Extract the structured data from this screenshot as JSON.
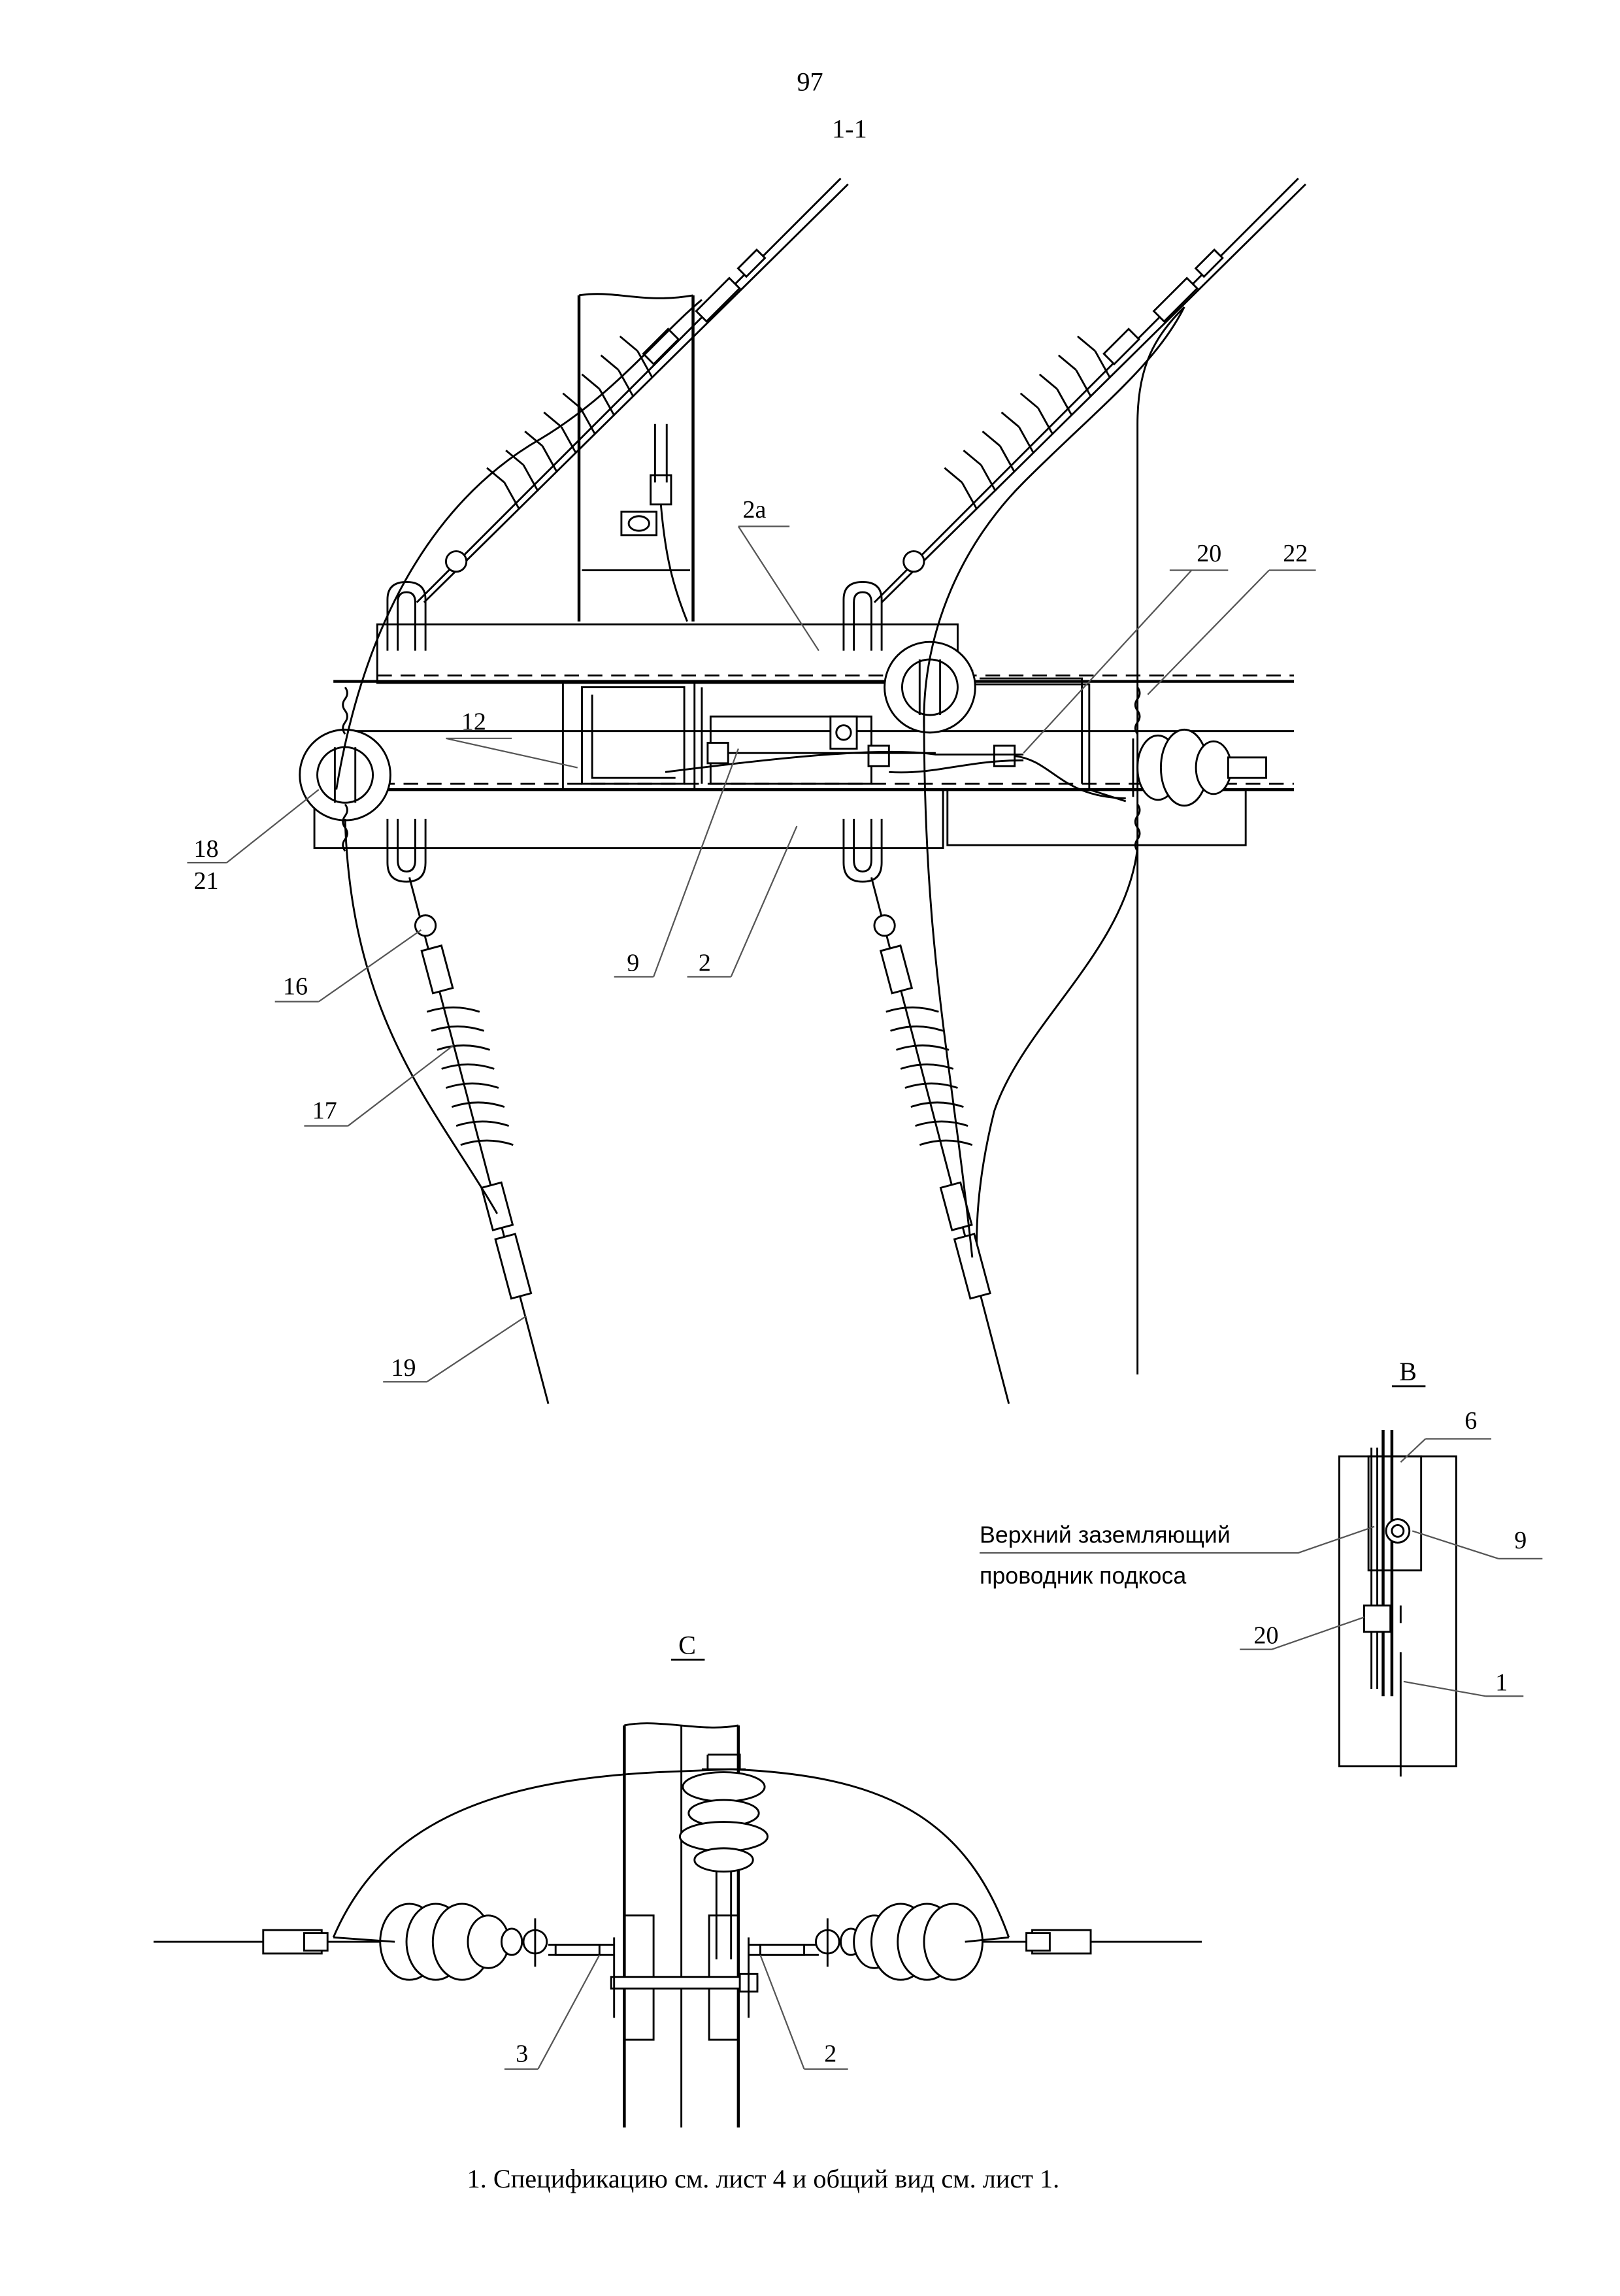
{
  "page_number": "97",
  "section_label": "1-1",
  "callouts": {
    "c2a": "2а",
    "c20_top": "20",
    "c22": "22",
    "c12": "12",
    "c18": "18",
    "c21": "21",
    "c9_top": "9",
    "c2_top": "2",
    "c16": "16",
    "c17": "17",
    "c19": "19"
  },
  "detail_b": {
    "title": "В",
    "c6": "6",
    "c9": "9",
    "c20": "20",
    "c1": "1",
    "note_line1": "Верхний заземляющий",
    "note_line2": "проводник подкоса"
  },
  "detail_c": {
    "title": "С",
    "c3": "3",
    "c2": "2"
  },
  "footnote": "1. Спецификацию см. лист 4 и общий вид см. лист 1."
}
